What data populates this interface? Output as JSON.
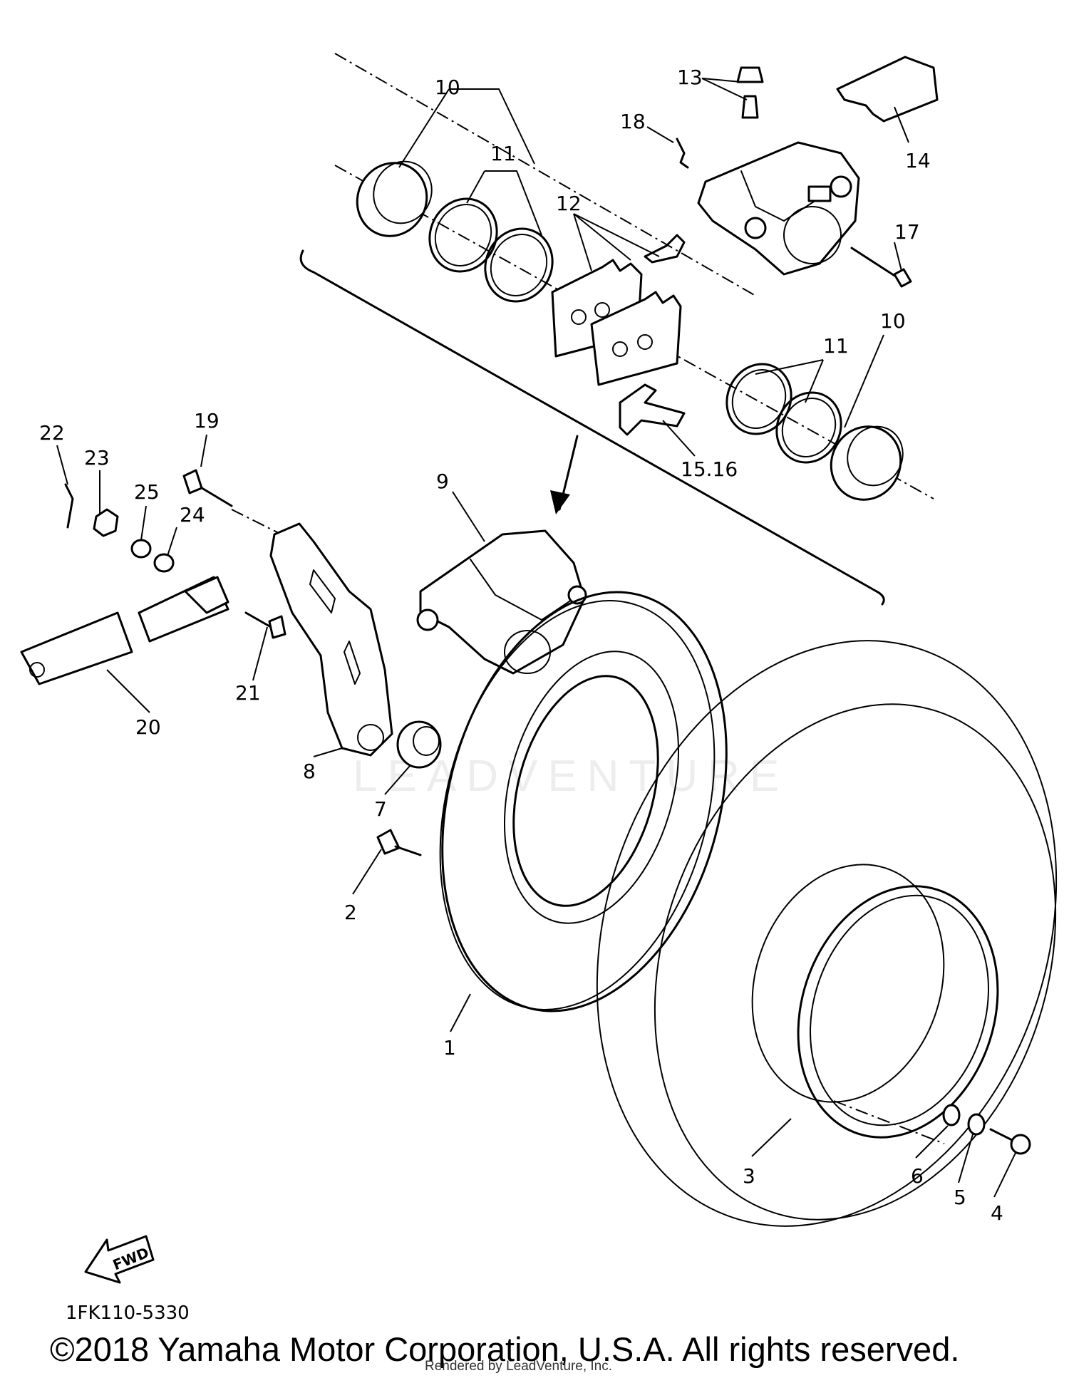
{
  "diagram": {
    "callouts": [
      {
        "id": "c10a",
        "text": "10"
      },
      {
        "id": "c11a",
        "text": "11"
      },
      {
        "id": "c12",
        "text": "12"
      },
      {
        "id": "c13",
        "text": "13"
      },
      {
        "id": "c18",
        "text": "18"
      },
      {
        "id": "c14",
        "text": "14"
      },
      {
        "id": "c17",
        "text": "17"
      },
      {
        "id": "c11b",
        "text": "11"
      },
      {
        "id": "c10b",
        "text": "10"
      },
      {
        "id": "c1516",
        "text": "15.16"
      },
      {
        "id": "c22",
        "text": "22"
      },
      {
        "id": "c23",
        "text": "23"
      },
      {
        "id": "c19",
        "text": "19"
      },
      {
        "id": "c25",
        "text": "25"
      },
      {
        "id": "c24",
        "text": "24"
      },
      {
        "id": "c9",
        "text": "9"
      },
      {
        "id": "c21",
        "text": "21"
      },
      {
        "id": "c20",
        "text": "20"
      },
      {
        "id": "c8",
        "text": "8"
      },
      {
        "id": "c7",
        "text": "7"
      },
      {
        "id": "c2",
        "text": "2"
      },
      {
        "id": "c1",
        "text": "1"
      },
      {
        "id": "c3",
        "text": "3"
      },
      {
        "id": "c6",
        "text": "6"
      },
      {
        "id": "c5",
        "text": "5"
      },
      {
        "id": "c4",
        "text": "4"
      }
    ],
    "fwd_label": "FWD",
    "watermark": "LEADVENTURE"
  },
  "footer": {
    "diagram_code": "1FK110-5330",
    "copyright": "©2018 Yamaha Motor Corporation, U.S.A. All rights reserved.",
    "rendered_by": "Rendered by LeadVenture, Inc."
  }
}
